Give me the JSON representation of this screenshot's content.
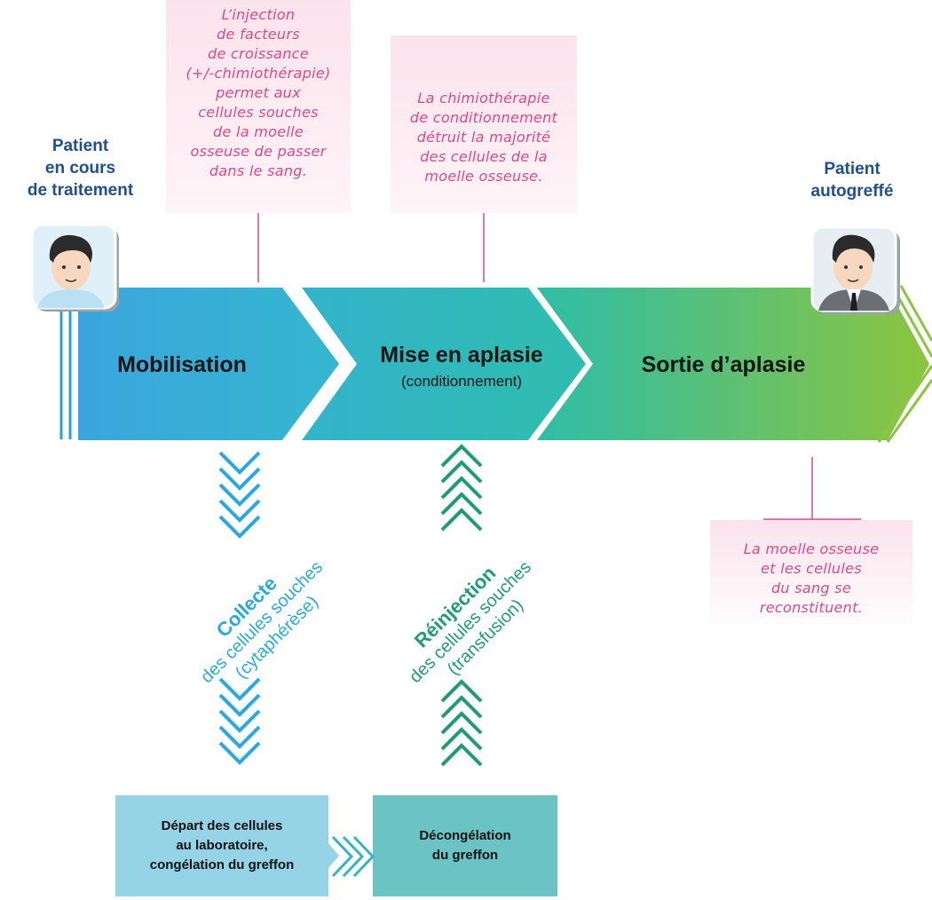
{
  "notes": {
    "mobilisation": [
      "L’injection",
      "de facteurs",
      "de croissance",
      "(+/-chimiothérapie)",
      "permet aux",
      "cellules souches",
      "de la moelle",
      "osseuse de passer",
      "dans le sang."
    ],
    "aplasie": [
      "La chimiothérapie",
      "de conditionnement",
      "détruit la majorité",
      "des cellules de la",
      "moelle osseuse."
    ],
    "sortie": [
      "La moelle osseuse",
      "et les cellules",
      "du sang se",
      "reconstituent."
    ]
  },
  "patients": {
    "start": [
      "Patient",
      "en cours",
      "de traitement"
    ],
    "end": [
      "Patient",
      "autogreffé"
    ]
  },
  "stages": {
    "mobilisation": "Mobilisation",
    "aplasie": "Mise en aplasie",
    "aplasie_sub": "(conditionnement)",
    "sortie": "Sortie d’aplasie"
  },
  "collecte": {
    "title": "Collecte",
    "line1": "des cellules souches",
    "line2": "(cytaphérèse)"
  },
  "reinjection": {
    "title": "Réinjection",
    "line1": "des cellules souches",
    "line2": "(transfusion)"
  },
  "boxes": {
    "depart": [
      "Départ des cellules",
      "au laboratoire,",
      "congélation du greffon"
    ],
    "decongelation": [
      "Décongélation",
      "du greffon"
    ]
  },
  "colors": {
    "blue": "#2aa9e0",
    "teal": "#24b5a8",
    "green": "#8cc43f",
    "dark_green": "#1e9c73",
    "pink_text": "#d94a86",
    "navy": "#1f4f8f"
  }
}
